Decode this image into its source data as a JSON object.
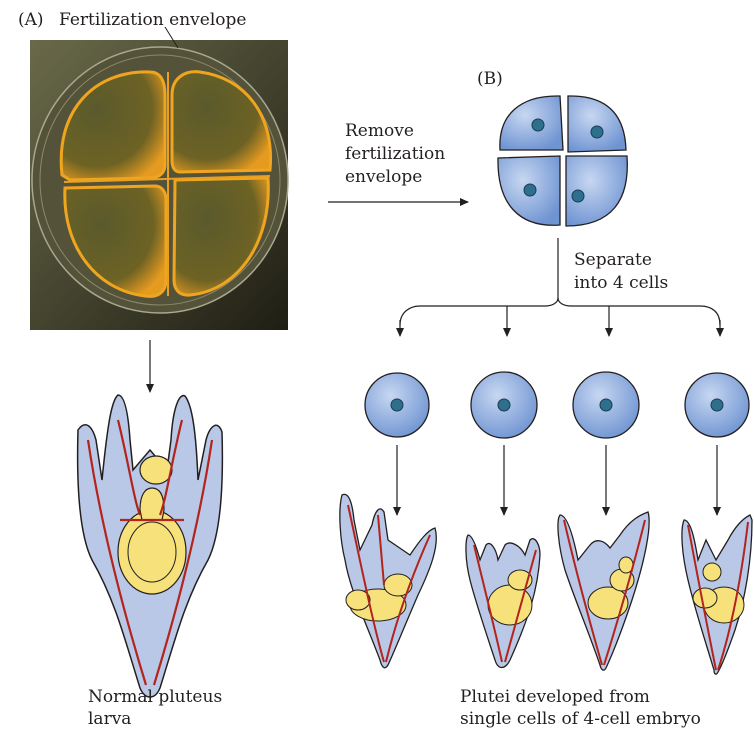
{
  "panel_a": {
    "letter": "(A)",
    "title": "Fertilization envelope",
    "caption_line1": "Normal pluteus",
    "caption_line2": "larva"
  },
  "panel_b": {
    "letter": "(B)",
    "arrow_label_line1": "Remove",
    "arrow_label_line2": "fertilization",
    "arrow_label_line3": "envelope",
    "separate_line1": "Separate",
    "separate_line2": "into 4 cells",
    "caption_line1": "Plutei developed from",
    "caption_line2": "single cells of 4-cell embryo"
  },
  "colors": {
    "cell_fill": "#7fa1d8",
    "nucleus": "#2e6f8e",
    "larva_body": "#b9c8e6",
    "larva_gut": "#f6e17a",
    "larva_skeleton": "#b2241d",
    "photo_bg": "#3d3a24",
    "photo_cell": "#c9821c"
  }
}
